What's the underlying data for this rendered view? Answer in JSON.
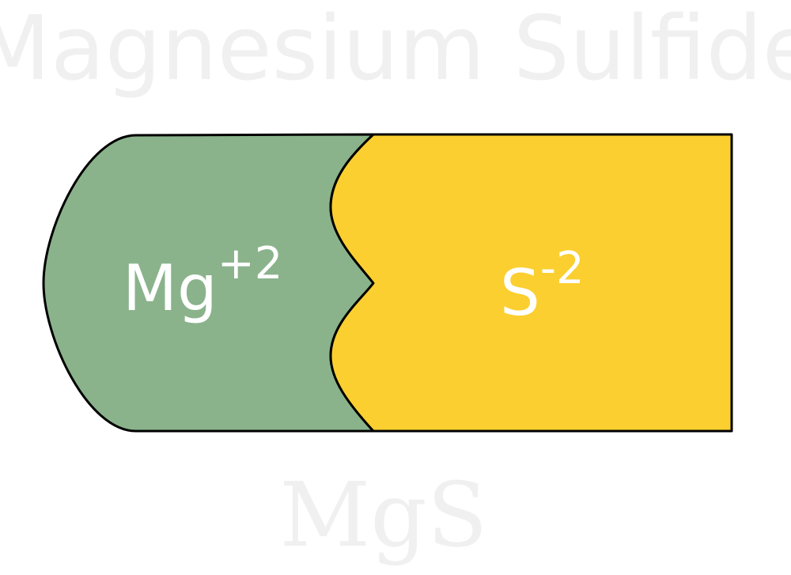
{
  "title": "Magnesium Sulfide",
  "formula": "MgS",
  "cation": {
    "symbol": "Mg",
    "charge": "+2",
    "color": "#8ab38b"
  },
  "anion": {
    "symbol": "S",
    "charge": "-2",
    "color": "#fbcf2f"
  },
  "text_color": "#ffffff",
  "outline_color": "#000000",
  "watermark_color": "#f0f0f0"
}
